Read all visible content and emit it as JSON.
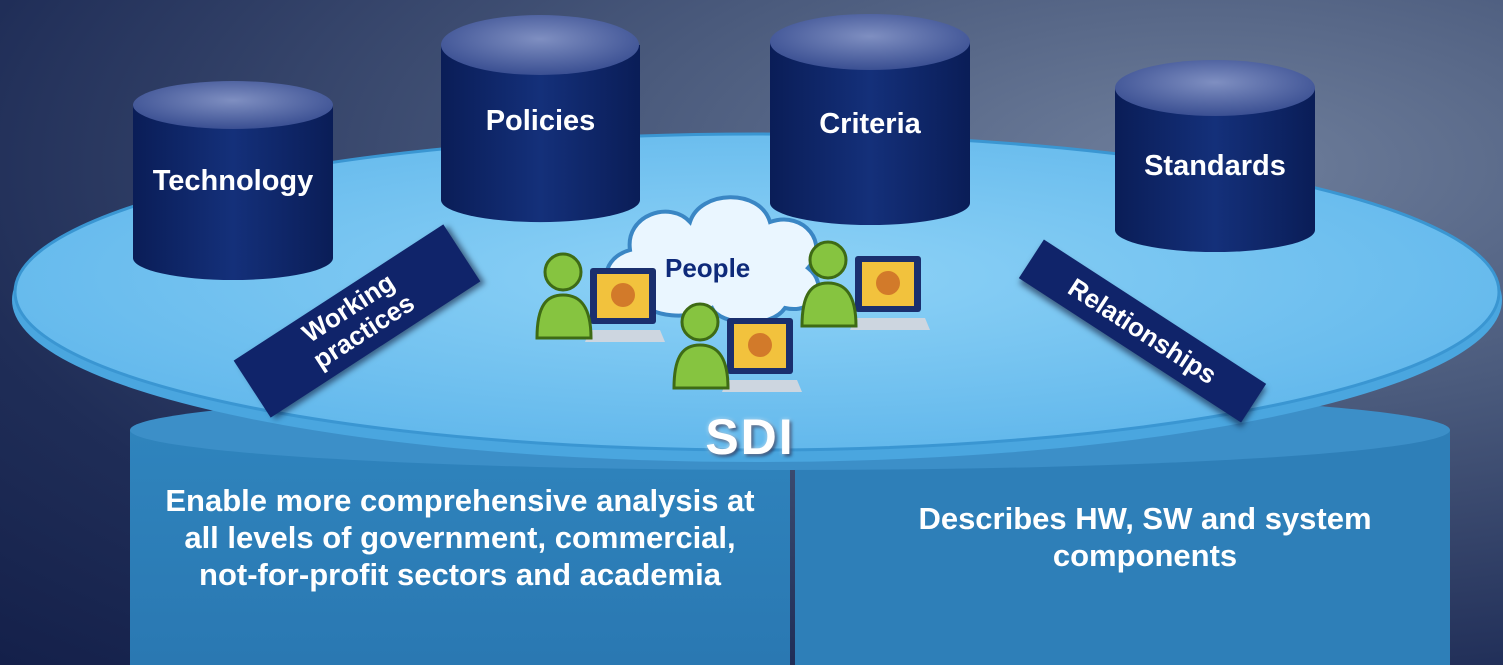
{
  "cylinders": [
    {
      "id": "technology",
      "label": "Technology"
    },
    {
      "id": "policies",
      "label": "Policies"
    },
    {
      "id": "criteria",
      "label": "Criteria"
    },
    {
      "id": "standards",
      "label": "Standards"
    }
  ],
  "tags": {
    "working_practices": "Working practices",
    "relationships": "Relationships"
  },
  "people_label": "People",
  "center_label": "SDI",
  "panels": {
    "left": "Enable more comprehensive analysis at all levels of government, commercial, not-for-profit sectors and academia",
    "right": "Describes HW, SW and system components"
  },
  "colors": {
    "platform": "#6ec3f2",
    "cylinder": "#0f2668",
    "panel": "#2f84bd",
    "tag": "#10246a",
    "people_text": "#0e2a7a"
  }
}
